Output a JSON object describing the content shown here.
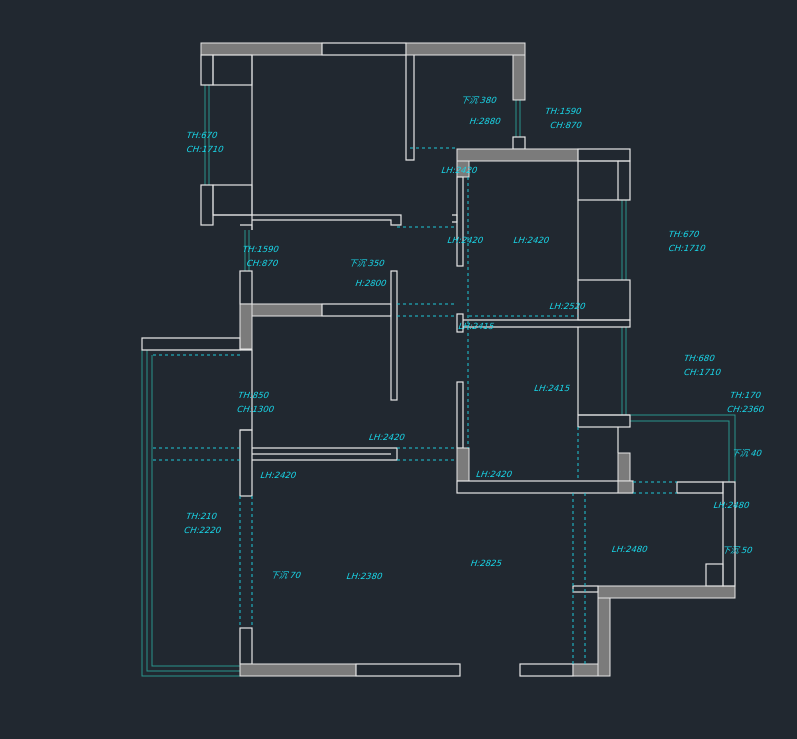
{
  "colors": {
    "background": "#212830",
    "wall_line": "#e6e6e6",
    "wall_fill": "#7b7b7b",
    "annotation": "#19d6e8",
    "window_line": "#2aa89e"
  },
  "annotations": {
    "a01": "TH:670",
    "a02": "CH:1710",
    "a03": "下沉 380",
    "a04": "H:2880",
    "a05": "TH:1590",
    "a06": "CH:870",
    "a07": "LH:2420",
    "a08": "TH:1590",
    "a09": "CH:870",
    "a10": "下沉 350",
    "a11": "H:2800",
    "a12": "LH:2420",
    "a13": "LH:2420",
    "a14": "TH:670",
    "a15": "CH:1710",
    "a16": "LH:2520",
    "a17": "LH:2415",
    "a18": "TH:850",
    "a19": "CH:1300",
    "a20": "LH:2415",
    "a21": "TH:680",
    "a22": "CH:1710",
    "a23": "TH:170",
    "a24": "CH:2360",
    "a25": "LH:2420",
    "a26": "LH:2420",
    "a27": "LH:2420",
    "a28": "下沉 40",
    "a29": "LH:2480",
    "a30": "TH:210",
    "a31": "CH:2220",
    "a32": "LH:2480",
    "a33": "下沉 50",
    "a34": "H:2825",
    "a35": "下沉 70",
    "a36": "LH:2380"
  }
}
